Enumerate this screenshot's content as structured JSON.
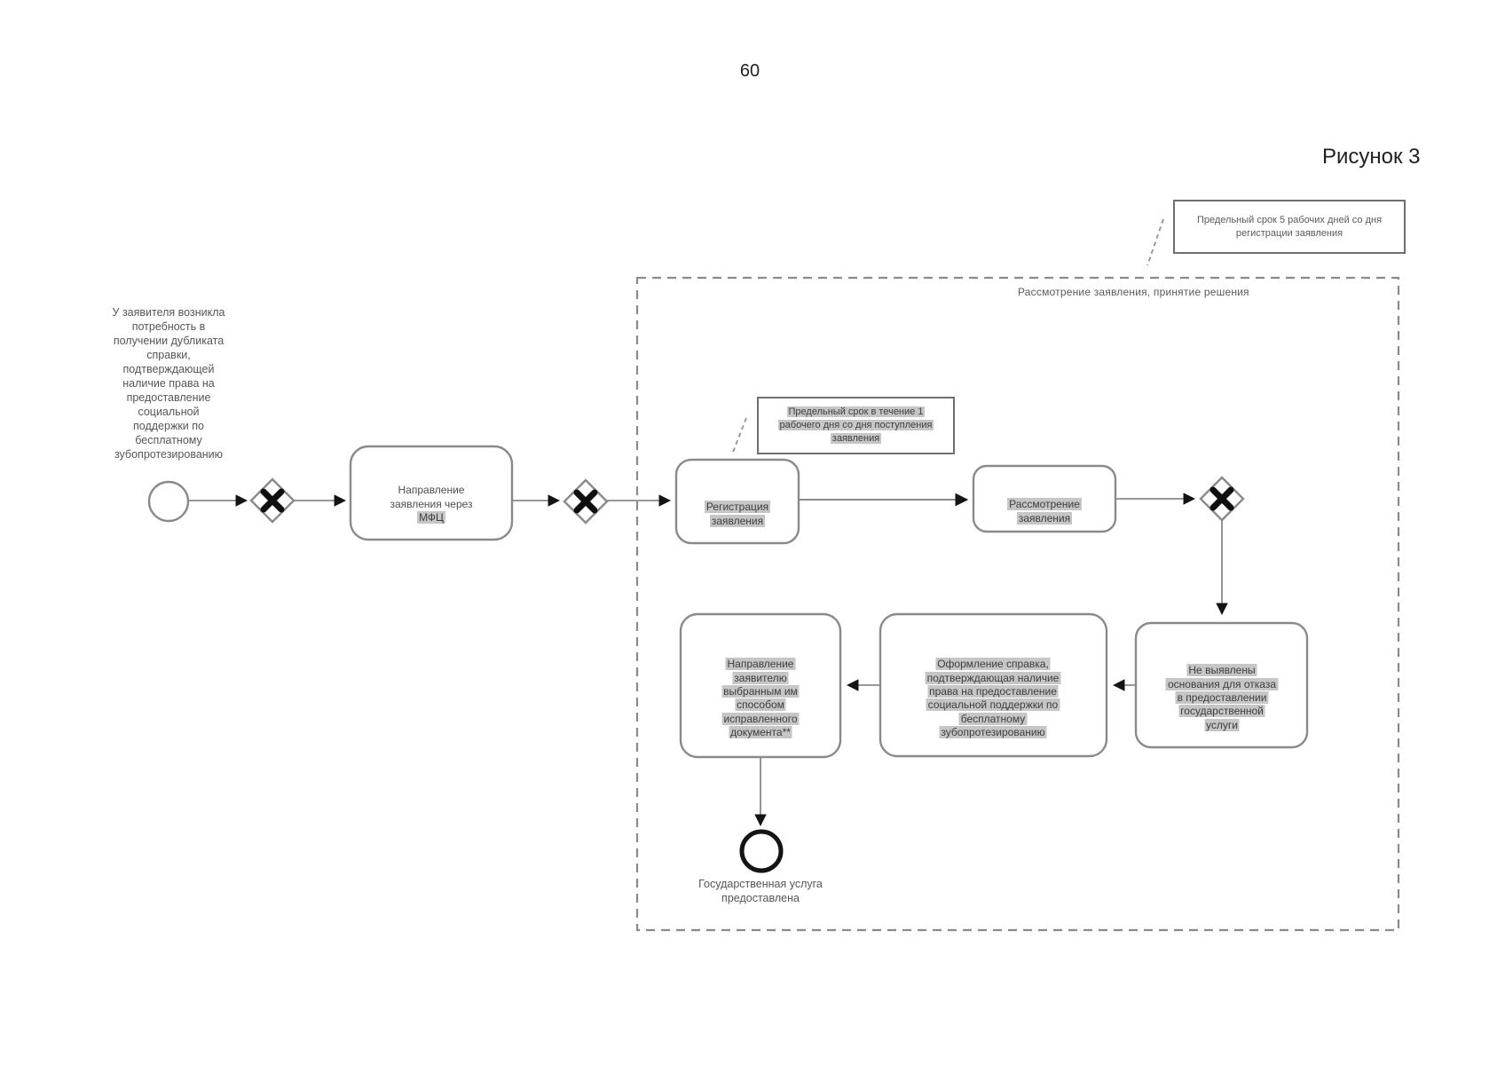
{
  "page": {
    "number": "60",
    "figure_label": "Рисунок 3"
  },
  "annotations": {
    "total_deadline": "Предельный срок 5 рабочих дней со дня\nрегистрации заявления",
    "registration_deadline": "Предельный срок в течение 1\nрабочего дня со дня поступления\nзаявления"
  },
  "subprocess": {
    "title": "Рассмотрение заявления, принятие решения"
  },
  "events": {
    "start_note": "У заявителя возникла\nпотребность в\nполучении дубликата\nсправки,\nподтверждающей\nналичие права на\nпредоставление\nсоциальной\nподдержки по\nбесплатному\nзубопротезированию",
    "end_label": "Государственная услуга\nпредоставлена"
  },
  "tasks": {
    "send_via_mfc": {
      "line": "Направление\nзаявления через",
      "highlight": "МФЦ"
    },
    "registration": "Регистрация\nзаявления",
    "review": "Рассмотрение\nзаявления",
    "no_refusal": "Не выявлены\nоснования для отказа\nв предоставлении\nгосударственной\nуслуги",
    "issue_certificate": "Оформление справка,\nподтверждающая наличие\nправа на предоставление\nсоциальной поддержки по\nбесплатному\nзубопротезированию",
    "send_document": "Направление\nзаявителю\nвыбранным им\nспособом\nисправленного\nдокумента**"
  },
  "colors": {
    "diagram_stroke": "#8a8a8a",
    "gateway_x": "#0f0f0f",
    "end_event_stroke": "#141414",
    "highlight_bg": "#c6c6c6",
    "text": "#4e4e4e"
  }
}
